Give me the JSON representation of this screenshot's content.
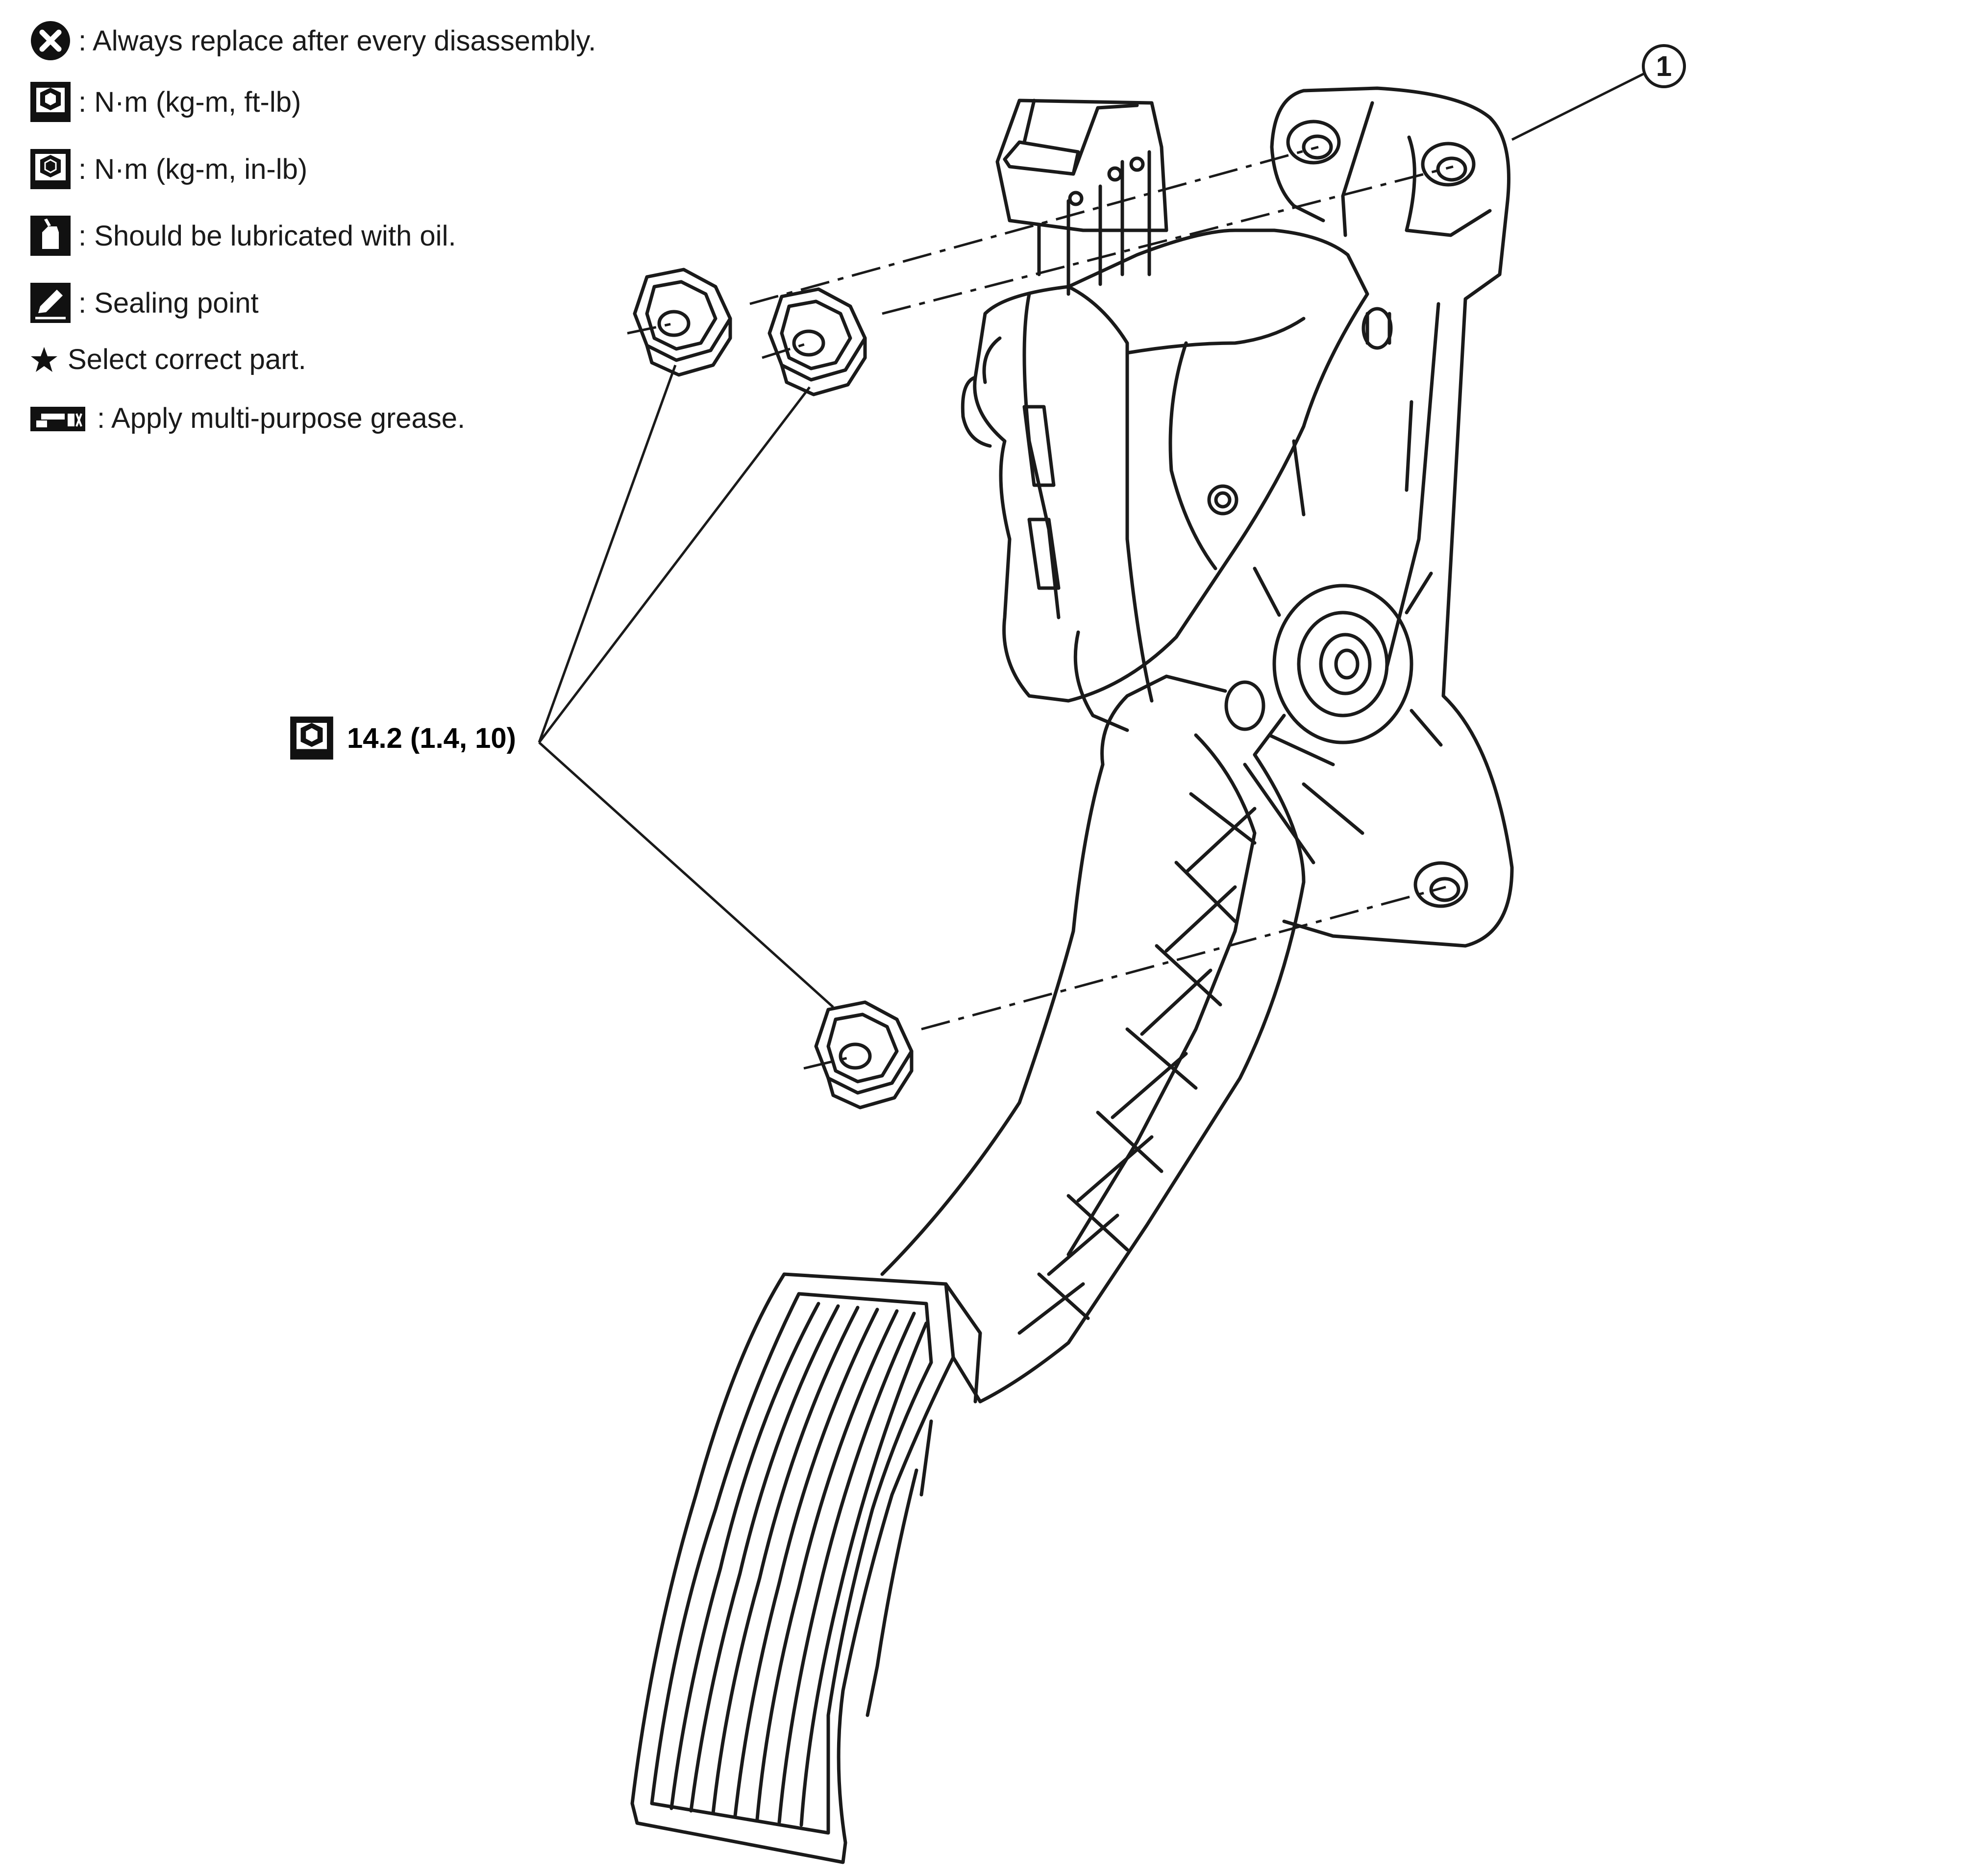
{
  "legend": {
    "items": [
      {
        "icon": "always-replace-icon",
        "text": ": Always replace after every disassembly."
      },
      {
        "icon": "torque-wrench-icon",
        "text": ": N·m (kg-m, ft-lb)"
      },
      {
        "icon": "torque-wrench-small-icon",
        "text": ": N·m (kg-m, in-lb)"
      },
      {
        "icon": "oil-can-icon",
        "text": ": Should be lubricated with oil."
      },
      {
        "icon": "sealing-point-icon",
        "text": ": Sealing point"
      },
      {
        "icon": "star-icon",
        "text": "Select correct part."
      },
      {
        "icon": "grease-gun-icon",
        "text": ": Apply multi-purpose grease."
      }
    ]
  },
  "diagram": {
    "part_callout": "1",
    "torque_spec": "14.2 (1.4, 10)",
    "torque_icon": "torque-wrench-icon",
    "component": "accelerator-pedal-assembly",
    "fastener_count": 3,
    "line_color": "#1a1a1a"
  }
}
